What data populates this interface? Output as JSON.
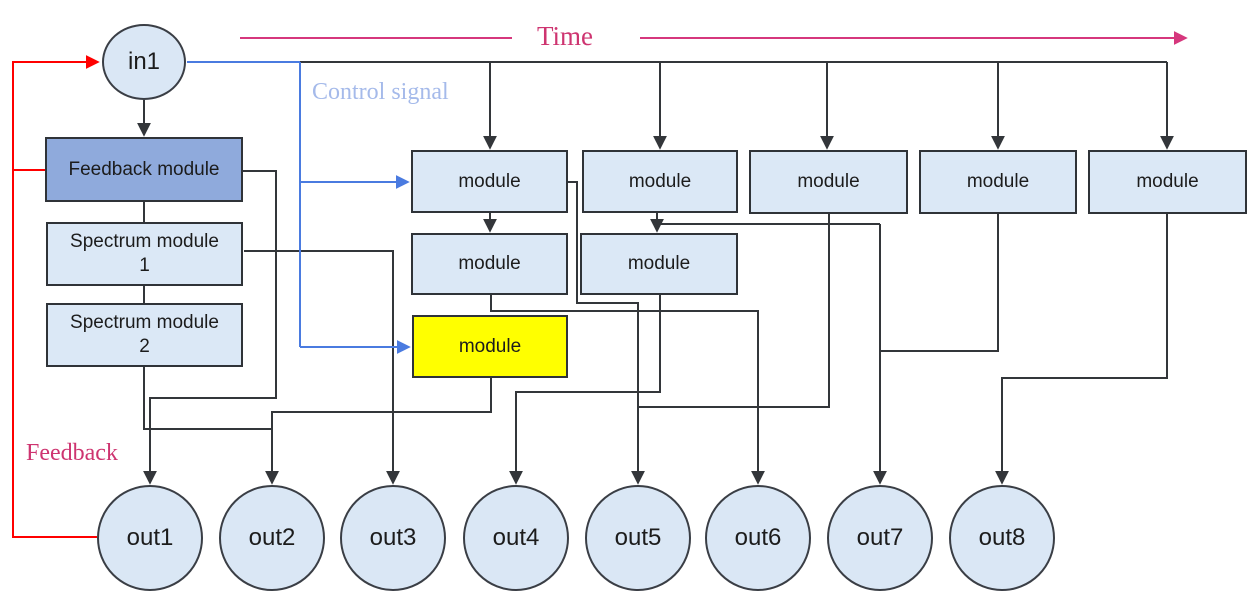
{
  "labels": {
    "time": "Time",
    "control_signal": "Control signal",
    "feedback": "Feedback"
  },
  "nodes": {
    "input": {
      "label": "in1"
    },
    "feedback_module": {
      "label": "Feedback module"
    },
    "spectrum_module_1": {
      "line1": "Spectrum module",
      "line2": "1"
    },
    "spectrum_module_2": {
      "line1": "Spectrum module",
      "line2": "2"
    },
    "modules": [
      {
        "label": "module"
      },
      {
        "label": "module"
      },
      {
        "label": "module"
      },
      {
        "label": "module"
      },
      {
        "label": "module"
      },
      {
        "label": "module"
      },
      {
        "label": "module"
      },
      {
        "label": "module"
      }
    ],
    "outputs": [
      {
        "label": "out1"
      },
      {
        "label": "out2"
      },
      {
        "label": "out3"
      },
      {
        "label": "out4"
      },
      {
        "label": "out5"
      },
      {
        "label": "out6"
      },
      {
        "label": "out7"
      },
      {
        "label": "out8"
      }
    ]
  },
  "colors": {
    "node_fill": "#dbe8f6",
    "feedback_module_fill": "#8faadc",
    "highlight_module_fill": "#ffff00",
    "connector_black": "#33363a",
    "control_signal_blue": "#4a7be0",
    "feedback_red": "#ff0000",
    "time_pink": "#d6377d",
    "serif_label_pink": "#ce3470",
    "control_label_blue": "#a5baea"
  }
}
